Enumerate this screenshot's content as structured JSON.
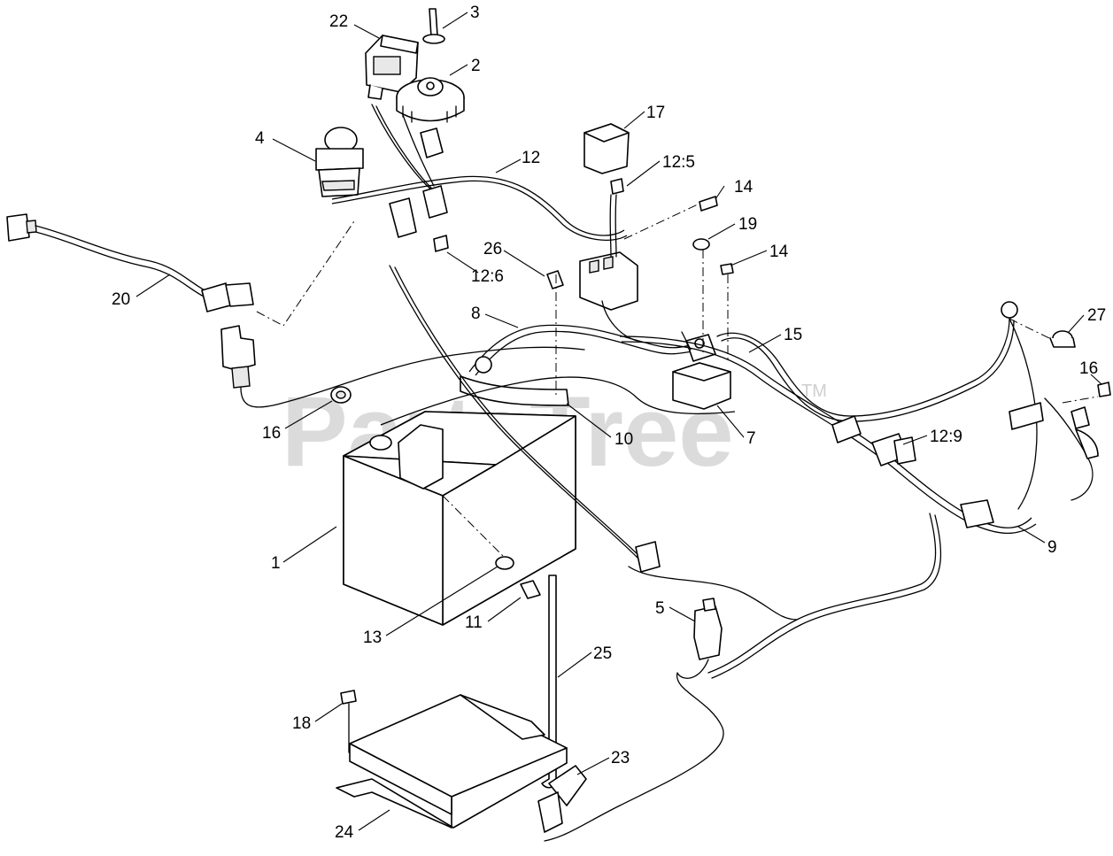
{
  "watermark": {
    "brand": "PartsTree",
    "trademark": "TM"
  },
  "callouts": [
    {
      "id": "c22",
      "label": "22"
    },
    {
      "id": "c3",
      "label": "3"
    },
    {
      "id": "c2",
      "label": "2"
    },
    {
      "id": "c17",
      "label": "17"
    },
    {
      "id": "c4",
      "label": "4"
    },
    {
      "id": "c12",
      "label": "12"
    },
    {
      "id": "c12-5",
      "label": "12:5"
    },
    {
      "id": "c14a",
      "label": "14"
    },
    {
      "id": "c19",
      "label": "19"
    },
    {
      "id": "c26",
      "label": "26"
    },
    {
      "id": "c14b",
      "label": "14"
    },
    {
      "id": "c12-6",
      "label": "12:6"
    },
    {
      "id": "c20",
      "label": "20"
    },
    {
      "id": "c8",
      "label": "8"
    },
    {
      "id": "c15",
      "label": "15"
    },
    {
      "id": "c27",
      "label": "27"
    },
    {
      "id": "c16a",
      "label": "16"
    },
    {
      "id": "c16b",
      "label": "16"
    },
    {
      "id": "c10",
      "label": "10"
    },
    {
      "id": "c7",
      "label": "7"
    },
    {
      "id": "c12-9",
      "label": "12:9"
    },
    {
      "id": "c9",
      "label": "9"
    },
    {
      "id": "c1",
      "label": "1"
    },
    {
      "id": "c5",
      "label": "5"
    },
    {
      "id": "c13",
      "label": "13"
    },
    {
      "id": "c11",
      "label": "11"
    },
    {
      "id": "c25",
      "label": "25"
    },
    {
      "id": "c18",
      "label": "18"
    },
    {
      "id": "c23",
      "label": "23"
    },
    {
      "id": "c24",
      "label": "24"
    }
  ]
}
